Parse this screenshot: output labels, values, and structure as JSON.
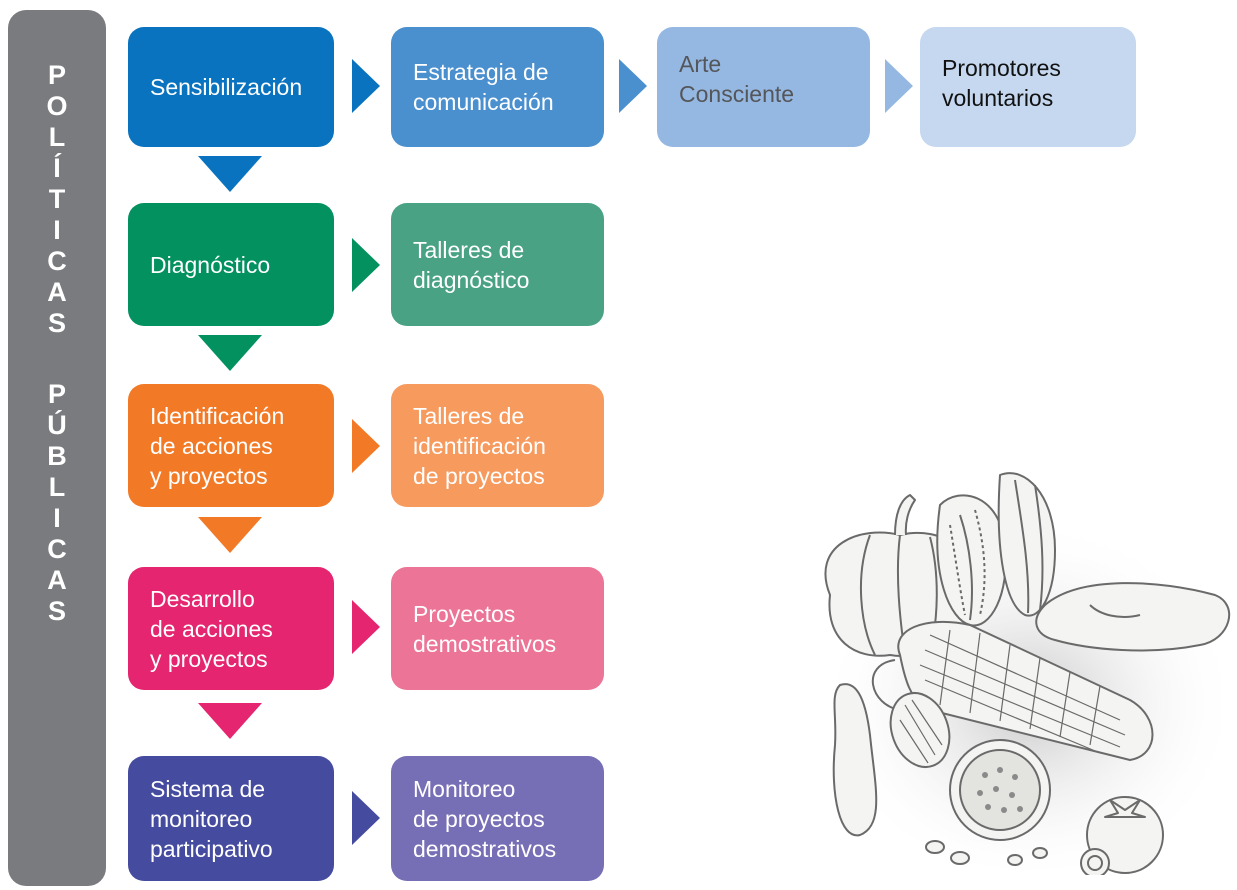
{
  "sidebar": {
    "letters": [
      "P",
      "O",
      "L",
      "Í",
      "T",
      "I",
      "C",
      "A",
      "S",
      "",
      "P",
      "Ú",
      "B",
      "L",
      "I",
      "C",
      "A",
      "S"
    ],
    "text": "POLÍTICAS PÚBLICAS"
  },
  "rows": [
    {
      "main": "Sensibilización",
      "color": "#0a73bf",
      "steps": [
        {
          "text": "Estrategia de\ncomunicación",
          "color": "#4a8fce"
        },
        {
          "text": "Arte\nConsciente",
          "color": "#95b8e2"
        },
        {
          "text": "Promotores\nvoluntarios",
          "color": "#c5d8ef"
        }
      ]
    },
    {
      "main": "Diagnóstico",
      "color": "#039160",
      "steps": [
        {
          "text": "Talleres de\ndiagnóstico",
          "color": "#4aa285"
        }
      ]
    },
    {
      "main": "Identificación\nde acciones\ny proyectos",
      "color": "#f27a27",
      "steps": [
        {
          "text": "Talleres de\nidentificación\nde proyectos",
          "color": "#f69a5e"
        }
      ]
    },
    {
      "main": "Desarrollo\nde acciones\ny  proyectos",
      "color": "#e5256f",
      "steps": [
        {
          "text": "Proyectos\ndemostrativos",
          "color": "#ec7497"
        }
      ]
    },
    {
      "main": "Sistema de\nmonitoreo\nparticipativo",
      "color": "#454b9e",
      "steps": [
        {
          "text": "Monitoreo\nde proyectos\ndemostrativos",
          "color": "#776fb6"
        }
      ]
    }
  ],
  "illustration": {
    "subject": "vegetables-sketch",
    "items": [
      "pumpkin",
      "cacao-pod",
      "corn-cob",
      "sweet-potato",
      "seeds-bowl",
      "tomato",
      "chili-pepper"
    ]
  }
}
